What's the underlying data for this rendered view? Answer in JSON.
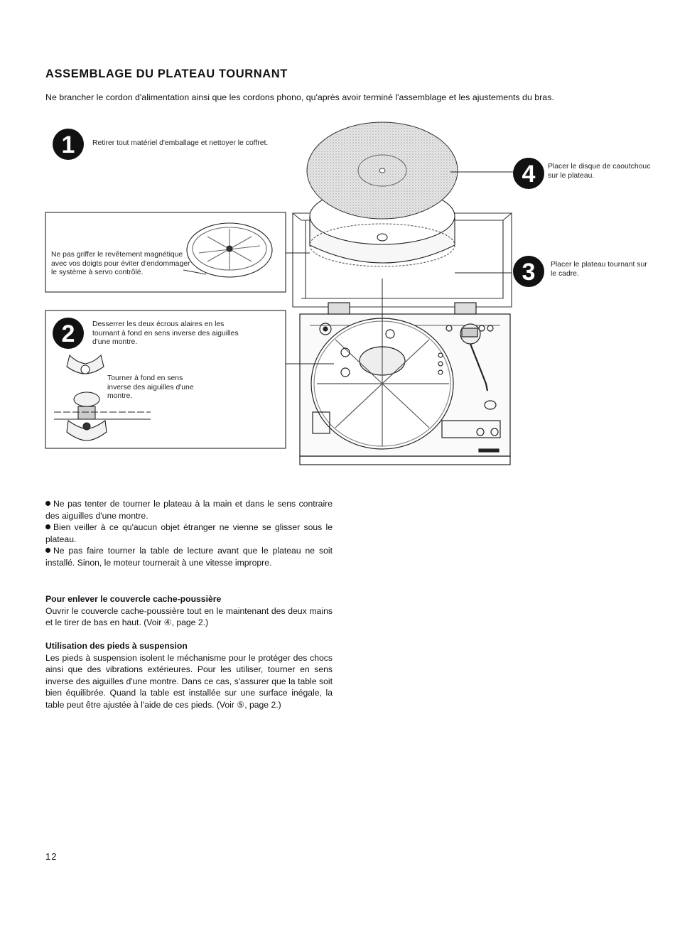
{
  "header": {
    "title": "ASSEMBLAGE DU PLATEAU TOURNANT",
    "intro": "Ne brancher le cordon d'alimentation ainsi que les cordons phono, qu'après avoir terminé l'assemblage et les ajustements du bras."
  },
  "steps": [
    {
      "number": "1",
      "text": "Retirer tout matériel d'emballage et nettoyer le coffret."
    },
    {
      "number": "2",
      "text": "Desserrer les deux écrous alaires en les tournant à fond en sens inverse des aiguilles d'une montre."
    },
    {
      "number": "3",
      "text": "Placer le plateau tournant sur le cadre."
    },
    {
      "number": "4",
      "text": "Placer le disque de caoutchouc sur le plateau."
    }
  ],
  "callouts": {
    "warning": "Ne pas griffer le revêtement magnétique avec vos doigts pour éviter d'endommager le système à servo contrôlé.",
    "wingnut": "Tourner à fond en sens inverse des aiguilles d'une montre."
  },
  "notes": [
    "Ne pas tenter de tourner le plateau à la main et dans le sens contraire des aiguilles d'une montre.",
    "Bien veiller à ce qu'aucun objet étranger ne vienne se glisser sous le plateau.",
    "Ne pas faire tourner la table de lecture avant que le plateau ne soit installé. Sinon, le moteur tournerait à une vitesse impropre."
  ],
  "sections": [
    {
      "heading": "Pour enlever le couvercle cache-poussière",
      "body": "Ouvrir le couvercle cache-poussière tout en le maintenant des deux mains et le tirer de bas en haut. (Voir ④, page 2.)"
    },
    {
      "heading": "Utilisation des pieds à suspension",
      "body": "Les pieds à suspension isolent le méchanisme pour le protéger des chocs ainsi que des vibrations extérieures. Pour les utiliser, tourner en sens inverse des aiguilles d'une montre. Dans ce cas, s'assurer que la table soit bien équilibrée. Quand la table est installée sur une surface inégale, la table peut être ajustée à l'aide de ces pieds. (Voir ⑤, page 2.)"
    }
  ],
  "footer": {
    "page_number": "12"
  }
}
